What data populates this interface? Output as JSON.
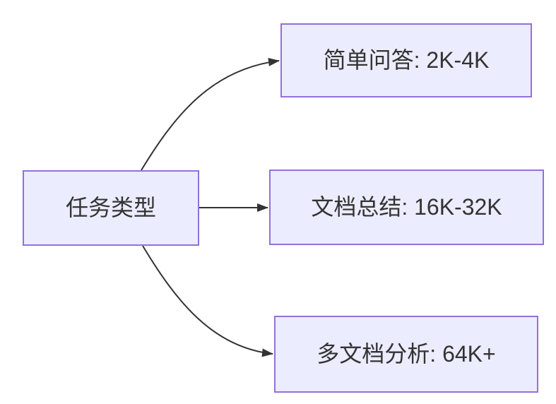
{
  "diagram": {
    "type": "flowchart-left-to-right",
    "root": {
      "label": "任务类型"
    },
    "nodes": [
      {
        "id": "simple-qa",
        "label": "简单问答: 2K-4K"
      },
      {
        "id": "doc-summary",
        "label": "文档总结: 16K-32K"
      },
      {
        "id": "multi-doc-analysis",
        "label": "多文档分析: 64K+"
      }
    ],
    "edges": [
      {
        "from": "任务类型",
        "to": "简单问答: 2K-4K"
      },
      {
        "from": "任务类型",
        "to": "文档总结: 16K-32K"
      },
      {
        "from": "任务类型",
        "to": "多文档分析: 64K+"
      }
    ]
  },
  "colors": {
    "node_fill": "#ECECFF",
    "node_border": "#9370DB",
    "arrow": "#333333",
    "text": "#333333",
    "background": "#FFFFFF"
  }
}
